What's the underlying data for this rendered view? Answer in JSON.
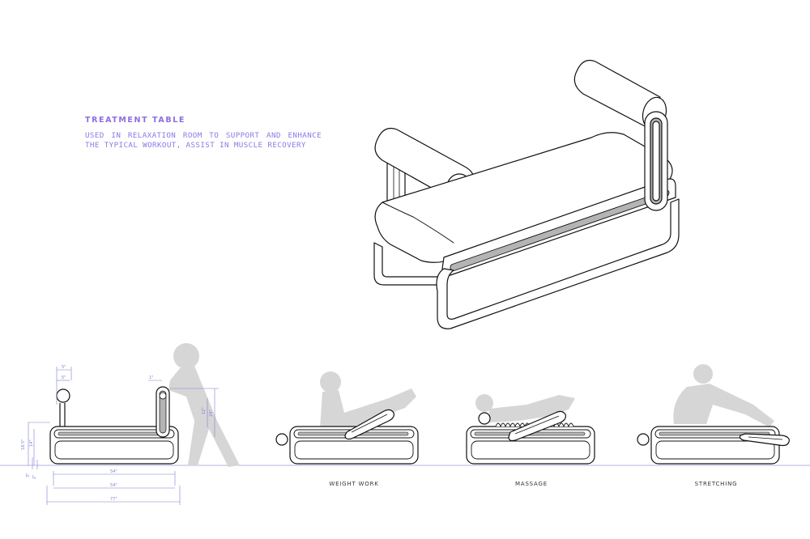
{
  "title": "TREATMENT TABLE",
  "description": "USED IN RELAXATION ROOM TO SUPPORT AND ENHANCE THE TYPICAL WORKOUT, ASSIST IN MUSCLE RECOVERY",
  "modes": [
    {
      "label": "WEIGHT WORK"
    },
    {
      "label": "MASSAGE"
    },
    {
      "label": "STRETCHING"
    }
  ],
  "dimensions": {
    "top_a": "5\"",
    "top_b": "5\"",
    "top_c": "1\"",
    "height_a": "18.5\"",
    "height_b": "14\"",
    "small_a": "3\"",
    "small_b": "2\"",
    "handle_a": "12\"",
    "handle_b": "24\"",
    "width_a": "54\"",
    "width_b": "54\"",
    "width_c": "77\""
  },
  "colors": {
    "accent": "#8a6fe0",
    "dimension": "#7f7fd6",
    "figure": "#d6d6d6",
    "line": "#111111",
    "slot": "#b4b4b4"
  }
}
